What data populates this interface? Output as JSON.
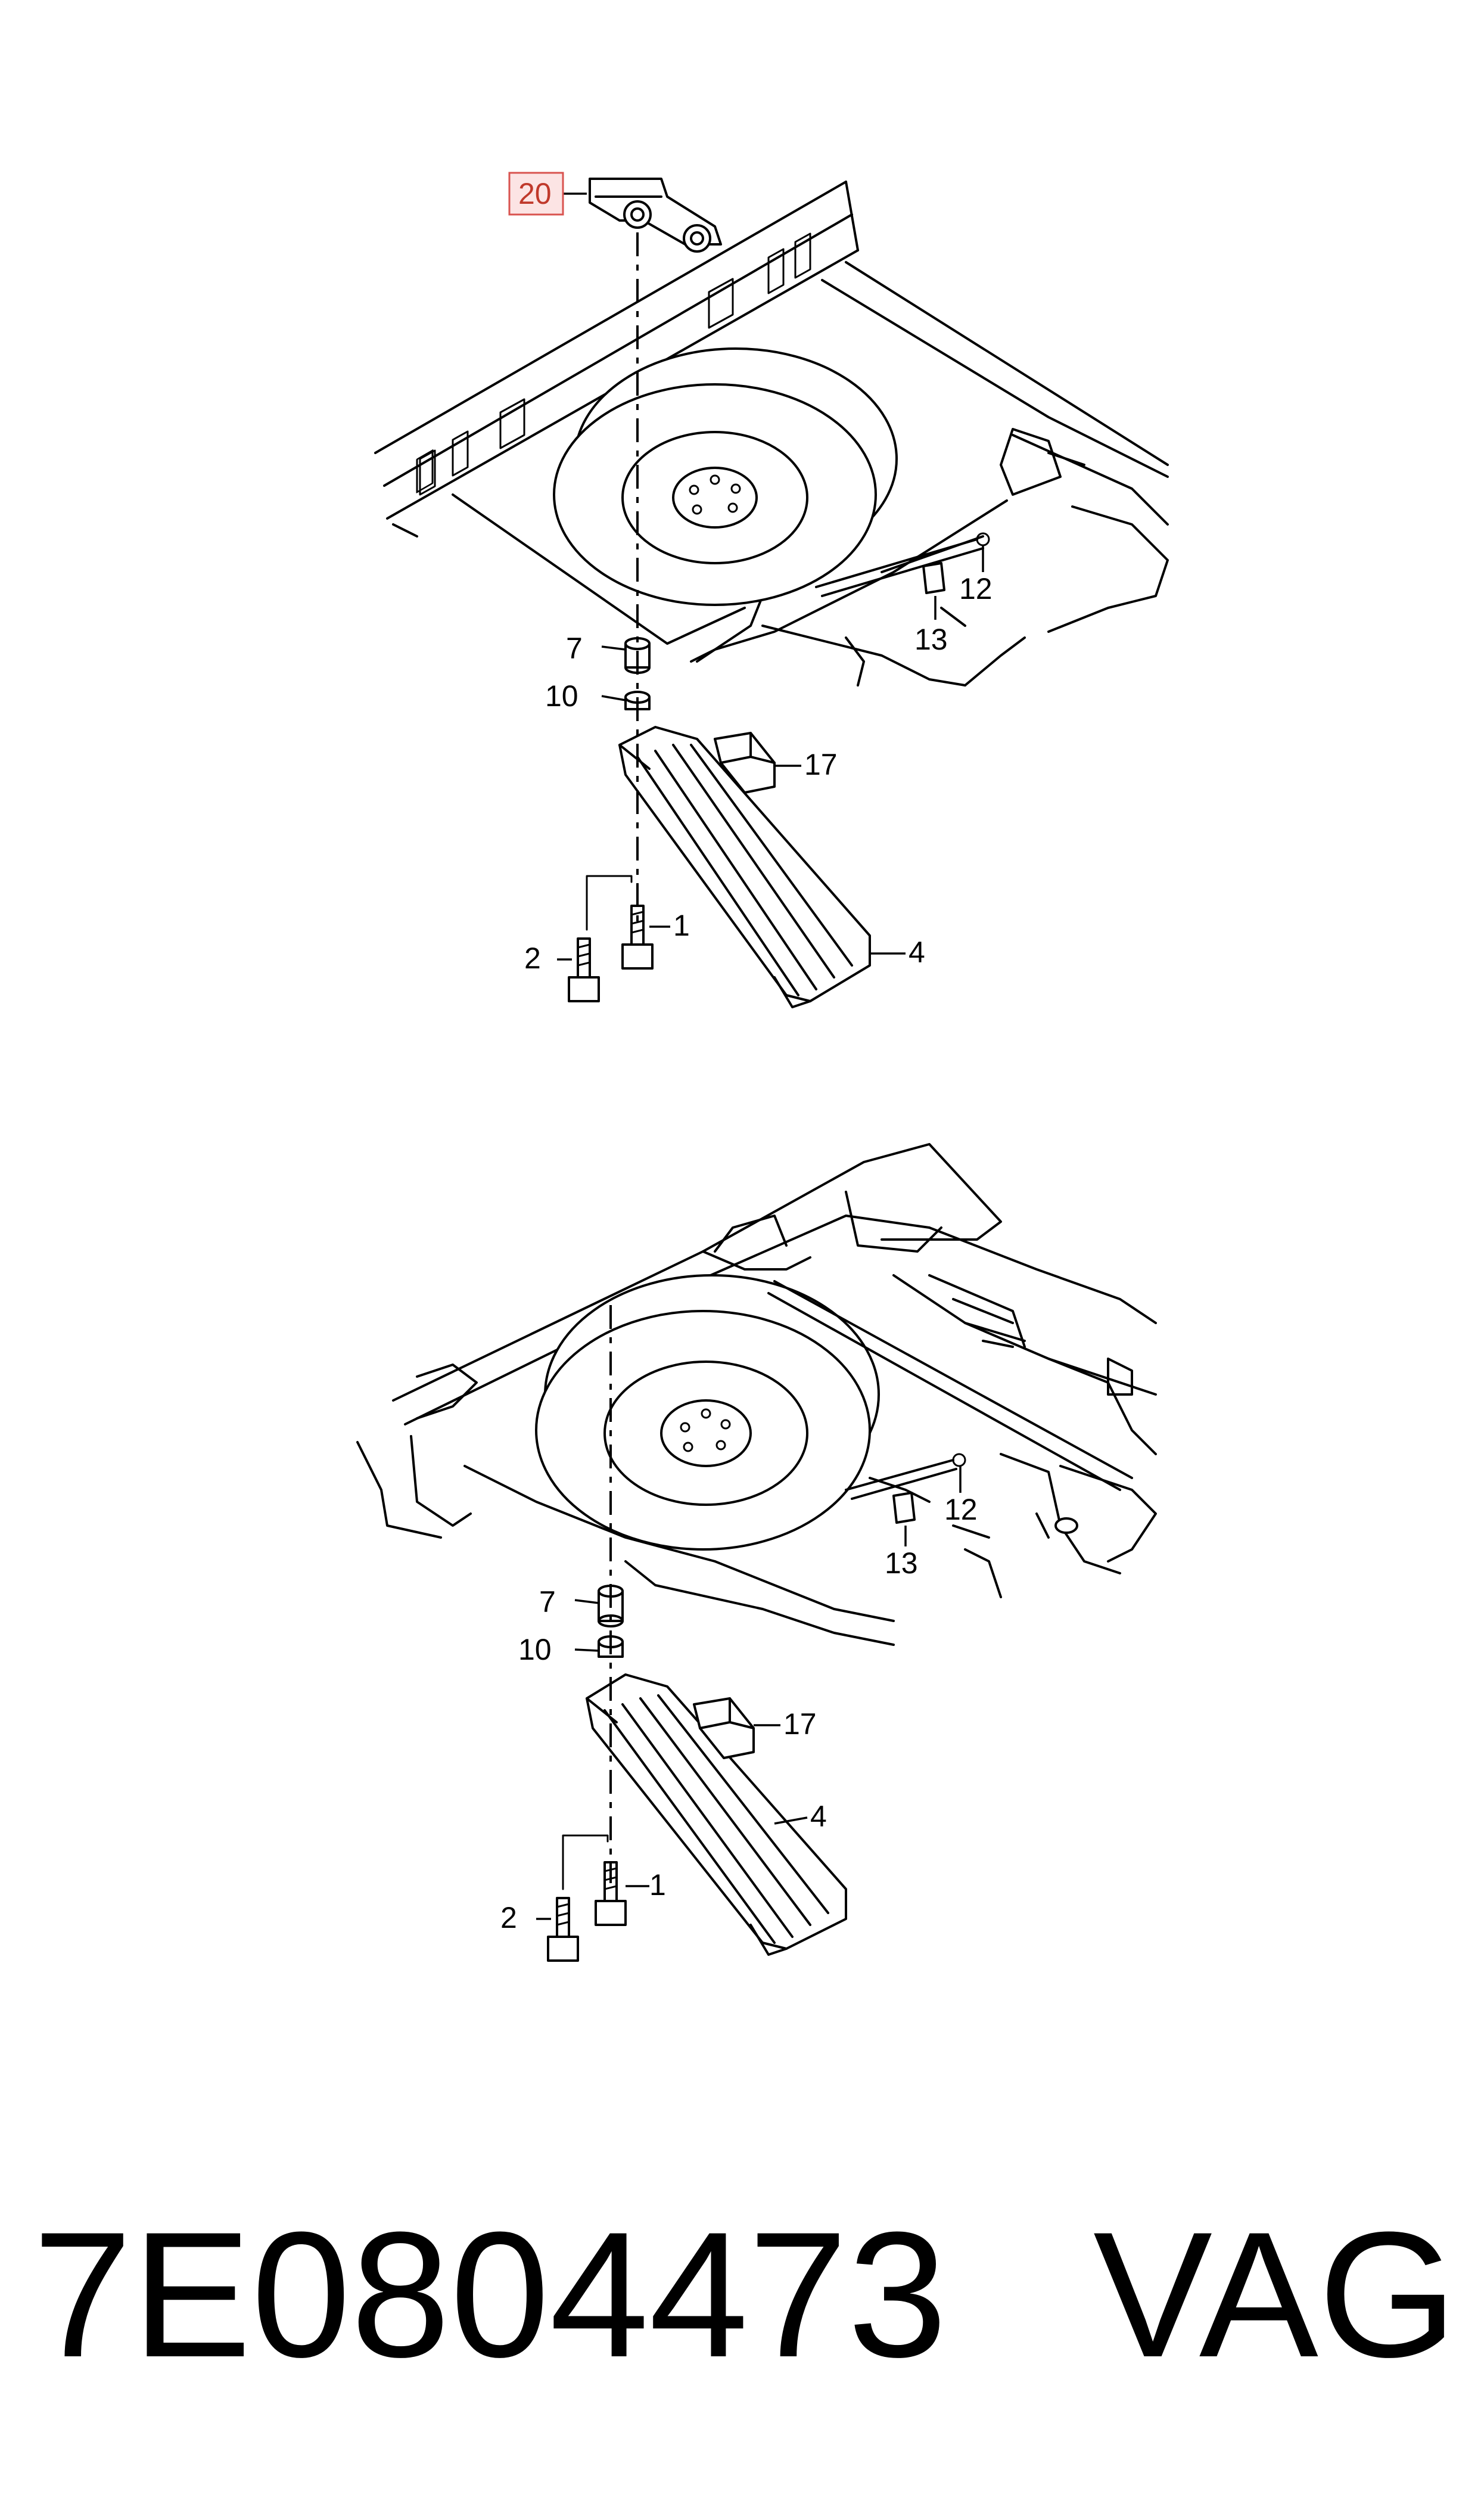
{
  "diagram": {
    "highlighted_callout": "20",
    "top_view": {
      "callouts": [
        "20",
        "7",
        "10",
        "12",
        "13",
        "17",
        "1",
        "2",
        "4"
      ]
    },
    "bottom_view": {
      "callouts": [
        "7",
        "10",
        "12",
        "13",
        "17",
        "1",
        "2",
        "4"
      ]
    }
  },
  "footer": {
    "part_number": "7E0804473",
    "brand": "VAG"
  },
  "colors": {
    "line": "#000000",
    "highlight_fill": "#fce4e4",
    "highlight_border": "#d9534f",
    "highlight_text": "#c0392b"
  }
}
